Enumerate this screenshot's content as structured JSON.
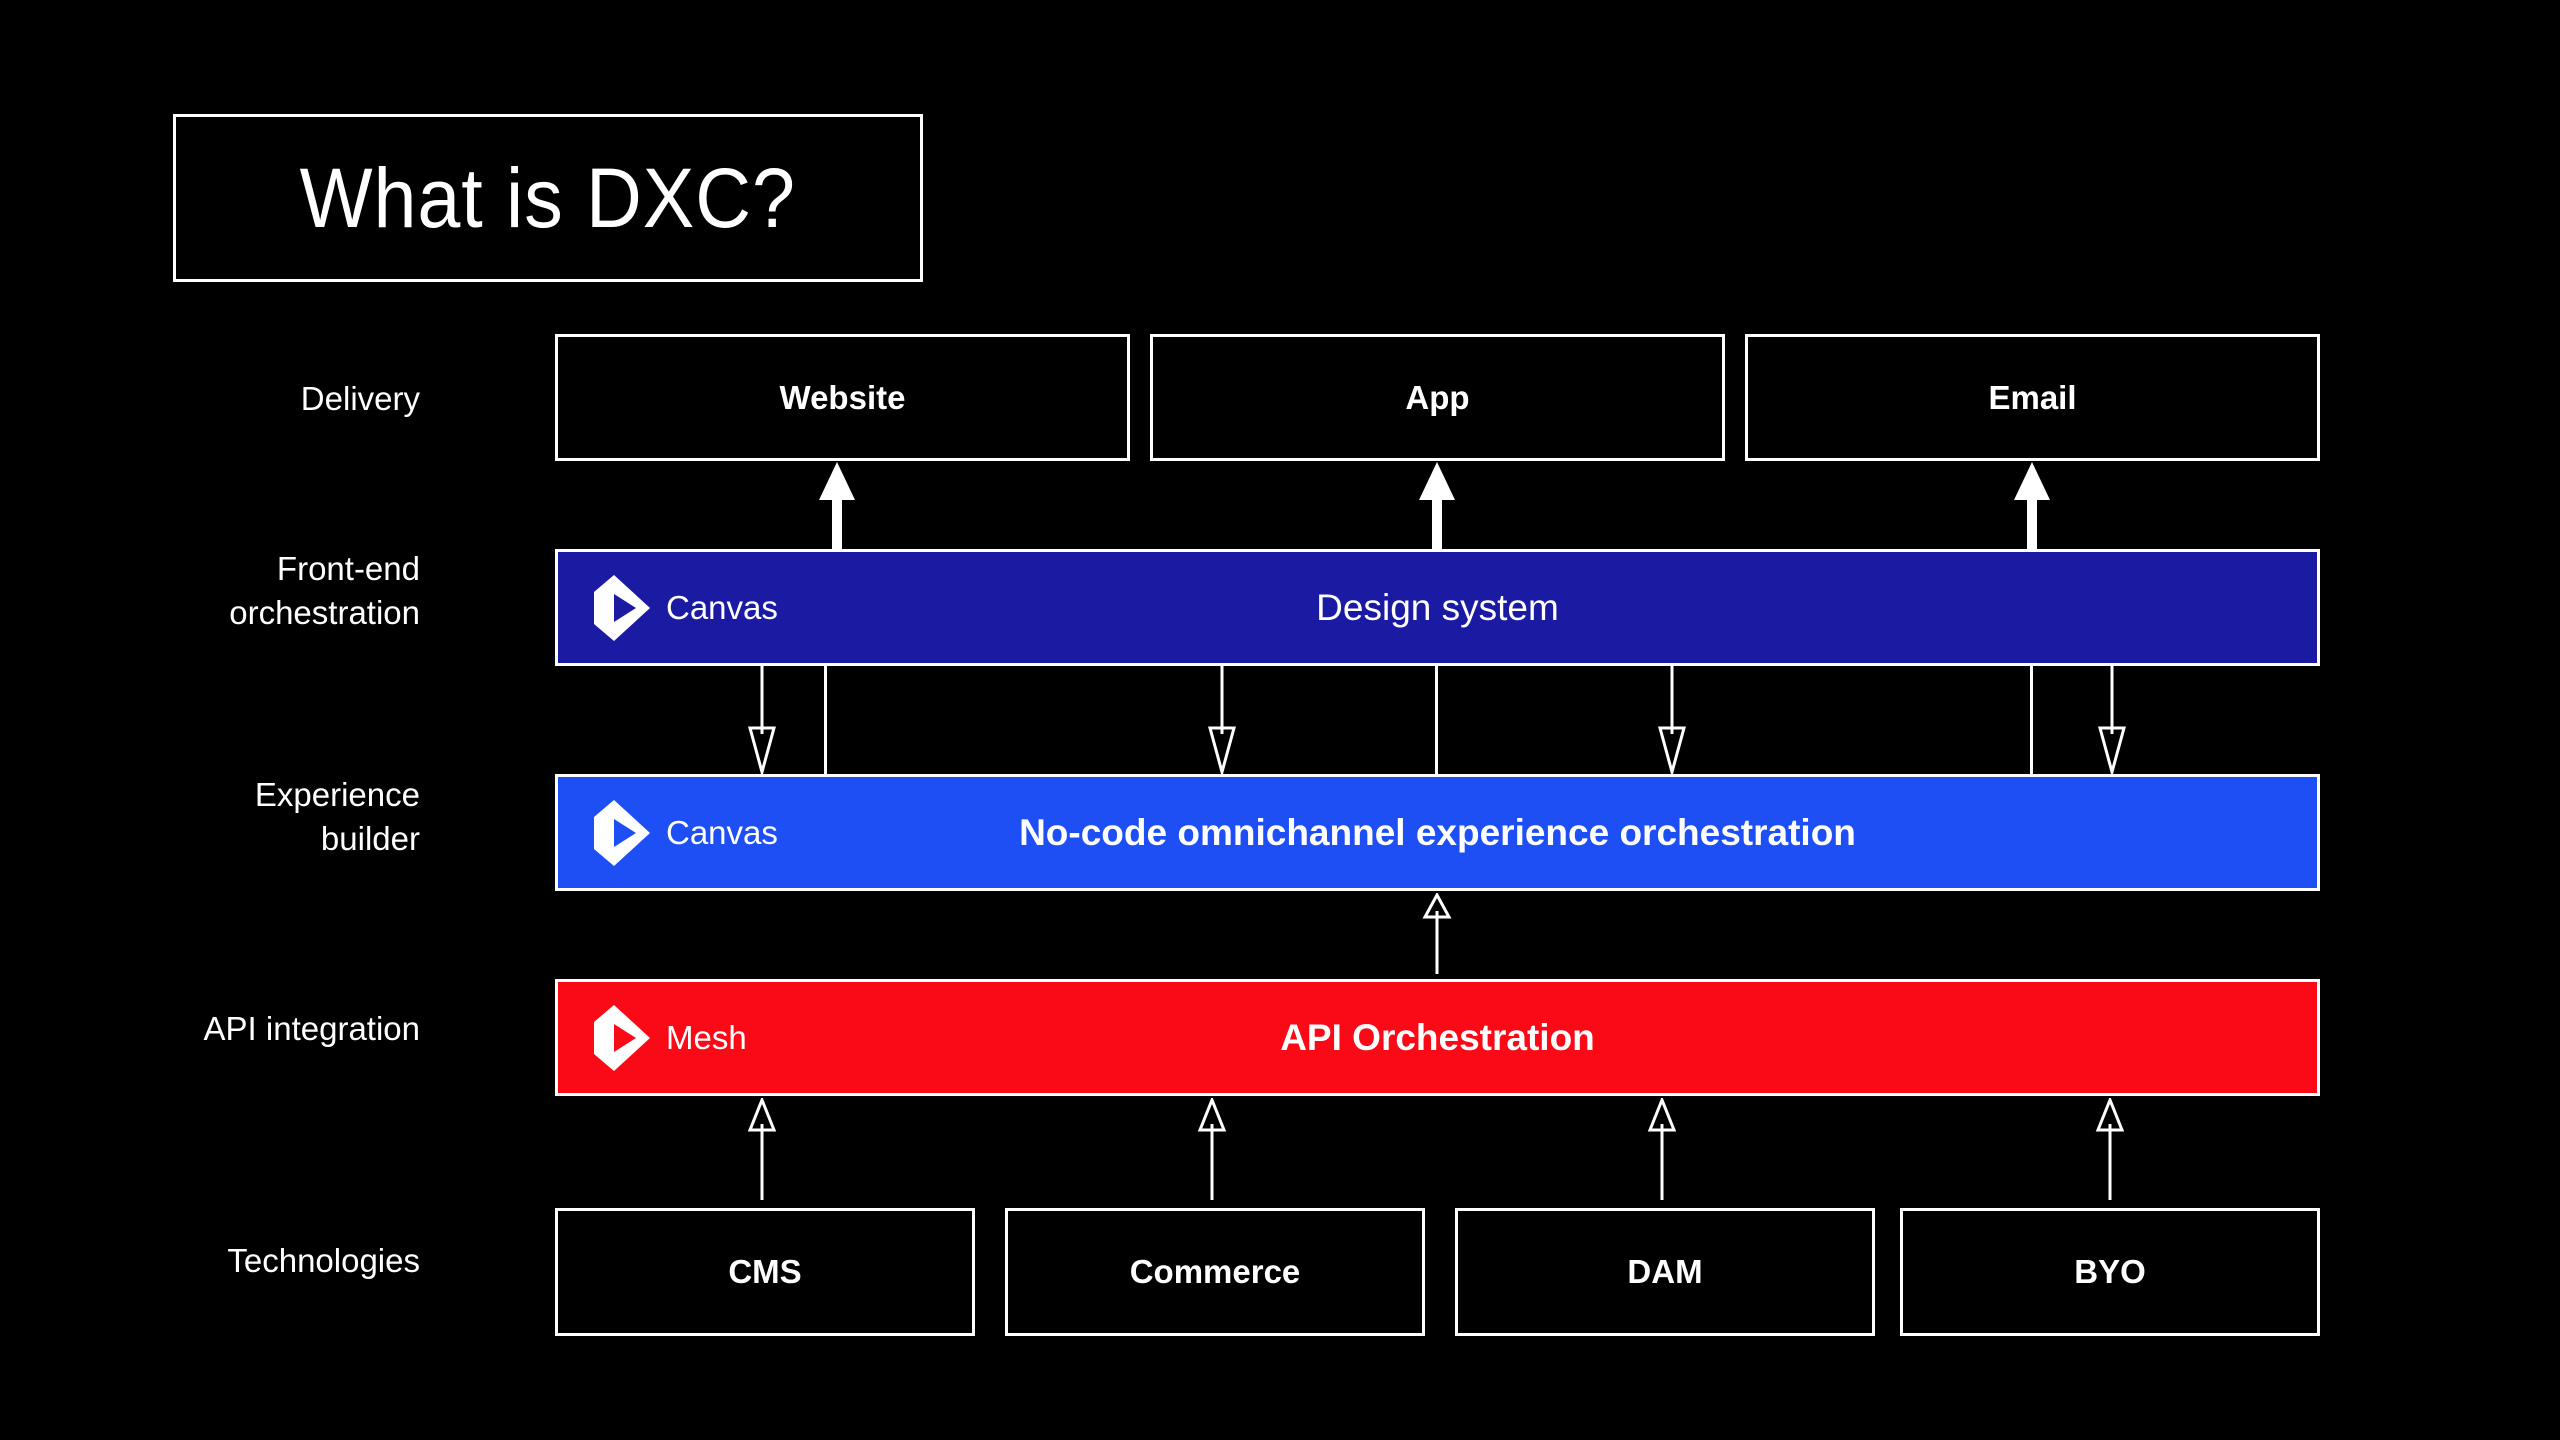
{
  "title": {
    "text": "What is DXC?"
  },
  "colors": {
    "background": "#000000",
    "stroke": "#ffffff",
    "frontend_bar": "#1a1aa3",
    "experience_bar": "#1d4ff5",
    "api_bar": "#fa0a16",
    "text": "#ffffff"
  },
  "rows": [
    {
      "id": "delivery",
      "label": "Delivery",
      "kind": "cards",
      "cards": [
        "Website",
        "App",
        "Email"
      ]
    },
    {
      "id": "frontend-orchestration",
      "label": "Front-end\norchestration",
      "kind": "bar",
      "brand": "Canvas",
      "brand_icon": "canvas-play-hexagon-icon",
      "center": "Design system",
      "center_weight": "regular",
      "color": "#1a1aa3"
    },
    {
      "id": "experience-builder",
      "label": "Experience\nbuilder",
      "kind": "bar",
      "brand": "Canvas",
      "brand_icon": "canvas-play-hexagon-icon",
      "center": "No-code omnichannel experience orchestration",
      "center_weight": "bold",
      "color": "#1d4ff5"
    },
    {
      "id": "api-integration",
      "label": "API integration",
      "kind": "bar",
      "brand": "Mesh",
      "brand_icon": "mesh-play-hexagon-icon",
      "center": "API Orchestration",
      "center_weight": "bold",
      "color": "#fa0a16"
    },
    {
      "id": "technologies",
      "label": "Technologies",
      "kind": "cards",
      "cards": [
        "CMS",
        "Commerce",
        "DAM",
        "BYO"
      ]
    }
  ],
  "connectors": {
    "delivery_up_arrows": 3,
    "frontend_down_arrows": 4,
    "frontend_dividers": 3,
    "experience_up_arrows": 1,
    "technologies_up_arrows": 4
  }
}
